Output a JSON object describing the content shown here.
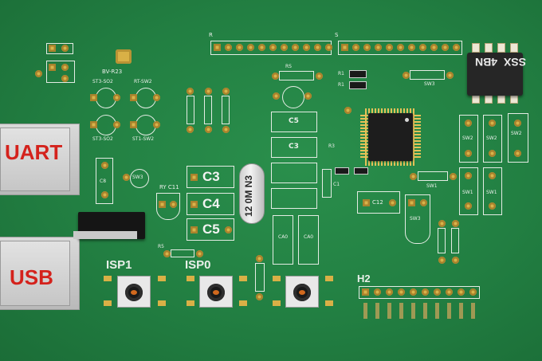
{
  "board": {
    "connectors": {
      "uart_label": "UART",
      "usb_label": "USB"
    },
    "caps": {
      "c3": "C3",
      "c4": "C4",
      "c5": "C5",
      "c3_small": "C3",
      "c5_small": "C5"
    },
    "crystal": {
      "label": "12 0M N3"
    },
    "buttons": {
      "isp1": "ISP1",
      "isp0": "ISP0"
    },
    "chip": {
      "line1": "SSX",
      "line2": "4BN"
    },
    "header_h2": {
      "label": "H2"
    },
    "silkscreen": {
      "bv": "BV-R23",
      "st3_so2": "ST3-SO2",
      "rt_sw2": "RT-SW2",
      "st3_so2_b": "ST3-SO2",
      "st1_sw2": "ST1-SW2",
      "ry_c11": "RY C11",
      "r5": "R5",
      "rs": "RS",
      "r1a": "R1",
      "r1b": "R1",
      "r3": "R3",
      "sw1": "SW1",
      "sw2": "SW2",
      "sw3": "SW3",
      "sw3_b": "SW3",
      "sw2_b": "SW2",
      "sw2_c": "SW2",
      "sw1_b": "SW1",
      "sw1_c": "SW1",
      "c12": "C12",
      "c1": "C1",
      "c8": "C8",
      "ca0": "CA0",
      "ca0_b": "CA0",
      "r_label": "R",
      "s_label": "S"
    },
    "colors": {
      "board": "#227f42",
      "silk": "#e9efe9",
      "pad": "#d8b34a",
      "connector_text": "#d4221c"
    }
  }
}
